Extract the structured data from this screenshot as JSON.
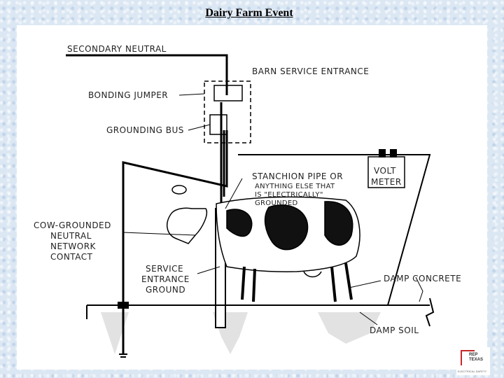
{
  "slide": {
    "title": "Dairy Farm Event"
  },
  "diagram": {
    "labels": {
      "secondary_neutral": "SECONDARY NEUTRAL",
      "barn_service_entrance": "BARN SERVICE ENTRANCE",
      "bonding_jumper": "BONDING JUMPER",
      "grounding_bus": "GROUNDING BUS",
      "stanchion_line1": "STANCHION PIPE OR",
      "stanchion_line2": "ANYTHING ELSE THAT",
      "stanchion_line3": "IS \"ELECTRICALLY\"",
      "stanchion_line4": "GROUNDED",
      "volt_meter_line1": "VOLT",
      "volt_meter_line2": "METER",
      "cow_contact_line1": "COW-GROUNDED",
      "cow_contact_line2": "NEUTRAL",
      "cow_contact_line3": "NETWORK",
      "cow_contact_line4": "CONTACT",
      "service_ground_line1": "SERVICE",
      "service_ground_line2": "ENTRANCE",
      "service_ground_line3": "GROUND",
      "damp_concrete": "DAMP CONCRETE",
      "damp_soil": "DAMP SOIL"
    }
  },
  "logo": {
    "line1": "REP",
    "line2": "TEXAS",
    "caption": "ELECTRICAL SAFETY"
  }
}
